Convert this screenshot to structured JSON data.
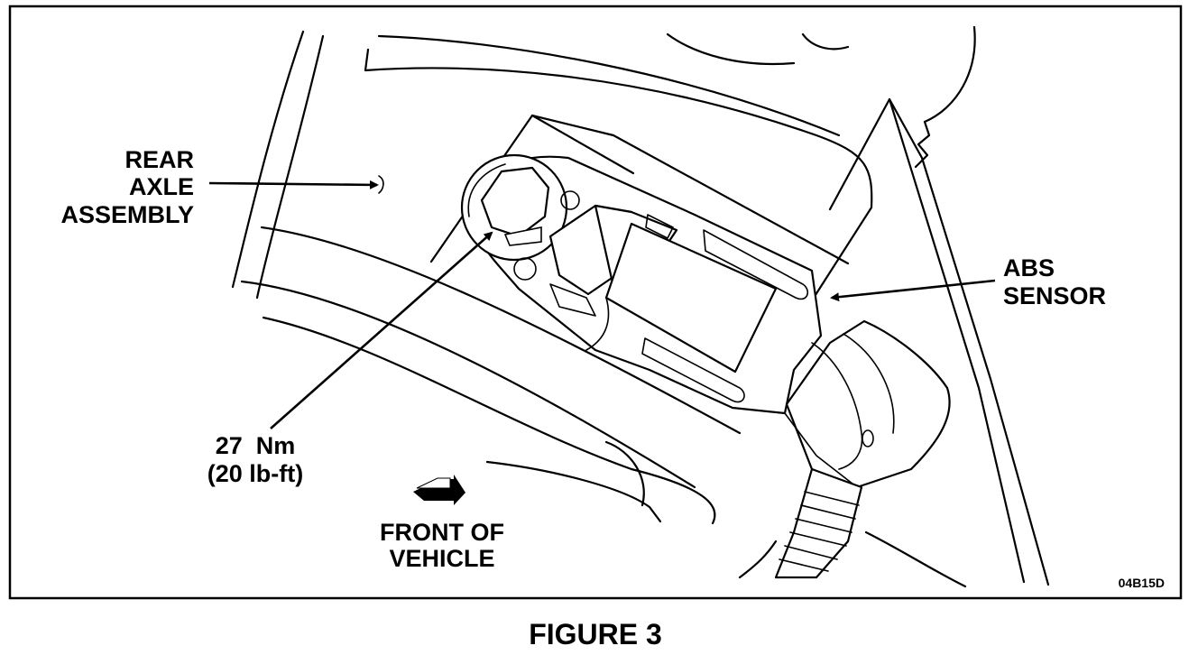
{
  "labels": {
    "rear_axle_line1": "REAR",
    "rear_axle_line2": "AXLE",
    "rear_axle_line3": "ASSEMBLY",
    "abs_sensor_line1": "ABS",
    "abs_sensor_line2": "SENSOR",
    "torque_line1": "27  Nm",
    "torque_line2": "(20 lb-ft)",
    "front_line1": "FRONT OF",
    "front_line2": "VEHICLE",
    "figure_code": "04B15D"
  },
  "caption": "FIGURE 3"
}
